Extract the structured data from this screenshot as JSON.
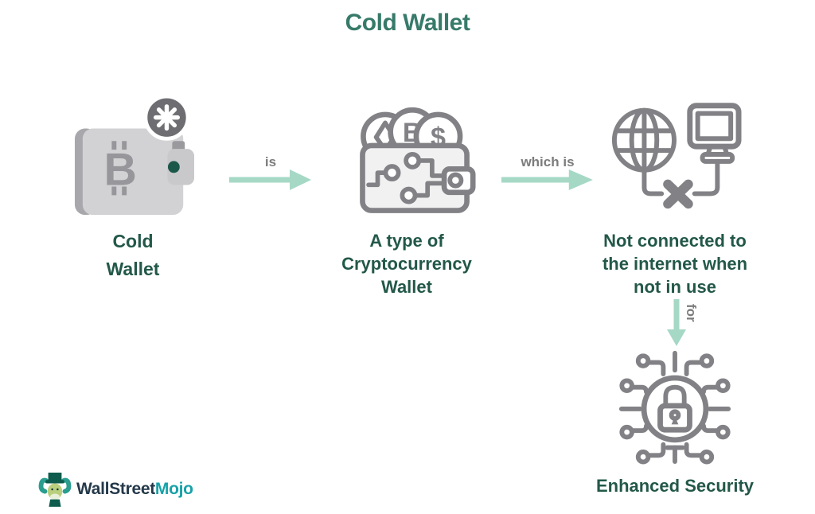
{
  "title": "Cold Wallet",
  "nodes": {
    "cold_wallet": {
      "line1": "Cold",
      "line2": "Wallet"
    },
    "crypto_wallet": {
      "line1": "A type of",
      "line2": "Cryptocurrency",
      "line3": "Wallet"
    },
    "offline": {
      "line1": "Not connected to",
      "line2": "the internet when",
      "line3": "not in use"
    },
    "security": {
      "label": "Enhanced Security"
    }
  },
  "connectors": {
    "is_label": "is",
    "which_is_label": "which is",
    "for_label": "for"
  },
  "glyphs": {
    "bitcoin_b": "B",
    "coin_bitcoin": "B",
    "coin_dollar": "$"
  },
  "icons": {
    "node1": "cold-wallet-icon",
    "node1_badge": "snowflake-badge-icon",
    "node2": "crypto-wallet-coins-icon",
    "node3": "globe-computer-disconnected-icon",
    "node4": "security-circuit-lock-icon",
    "logo": "wallstreetmojo-bull-icon"
  },
  "logo": {
    "brand_primary": "WallStreet",
    "brand_accent": "Mojo"
  },
  "colors": {
    "background": "#ffffff",
    "title_text": "#377a6a",
    "label_text": "#235849",
    "arrow": "#a6d8c6",
    "arrow_label": "#7c7c7c",
    "icon_stroke": "#828286",
    "outline_fill": "#f1f1f2",
    "wallet_fill": "#d2d2d4",
    "wallet_spine": "#a8a8ac",
    "wallet_clasp": "#c9c9cb",
    "bitcoin_glyph": "#97979b",
    "clasp_dot": "#1c584a",
    "badge_circle": "#6e6e72",
    "logo_primary": "#24394a",
    "logo_accent": "#17a2a8"
  }
}
